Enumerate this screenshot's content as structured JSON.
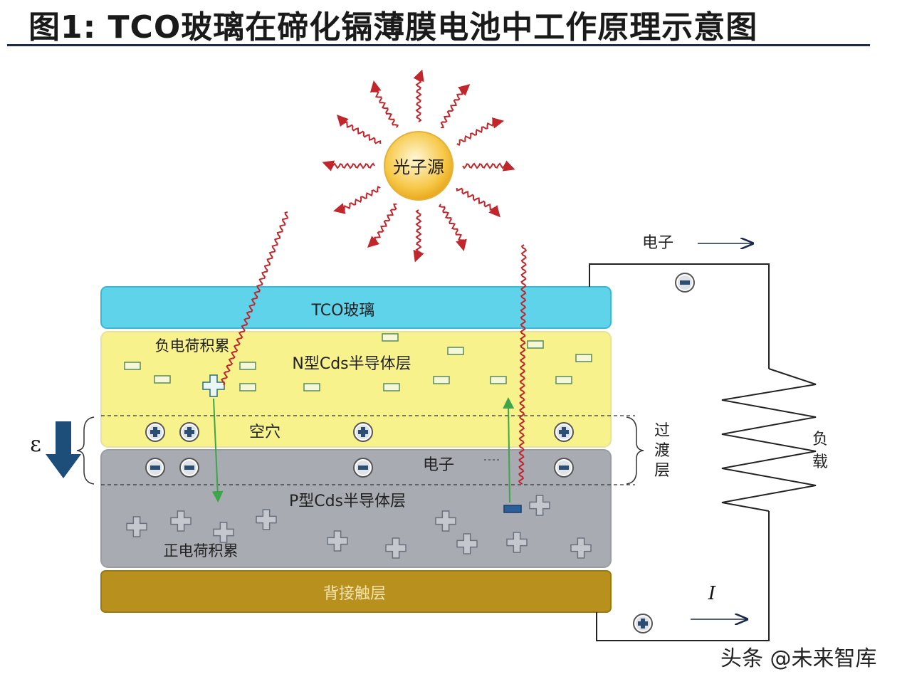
{
  "title": "图1:  TCO玻璃在碲化镉薄膜电池中工作原理示意图",
  "labels": {
    "sun": "光子源",
    "tco": "TCO玻璃",
    "n_layer": "N型Cds半导体层",
    "neg_accum": "负电荷积累",
    "hole": "空穴",
    "electron_mid": "电子",
    "p_layer": "P型Cds半导体层",
    "pos_accum": "正电荷积累",
    "back_contact": "背接触层",
    "transition_1": "过",
    "transition_2": "渡",
    "transition_3": "层",
    "load_1": "负",
    "load_2": "载",
    "electron_top": "电子",
    "field": "ε",
    "current": "I"
  },
  "colors": {
    "tco": "#5ed3ea",
    "n_layer": "#f7f28c",
    "p_layer": "#a9abb2",
    "back_contact": "#b8901e",
    "photon": "#c0262b",
    "transition_arrow": "#4caf50",
    "field_arrow": "#1d4e7a",
    "sun": "#f7c94a"
  },
  "watermark": "头条 @未来智库"
}
